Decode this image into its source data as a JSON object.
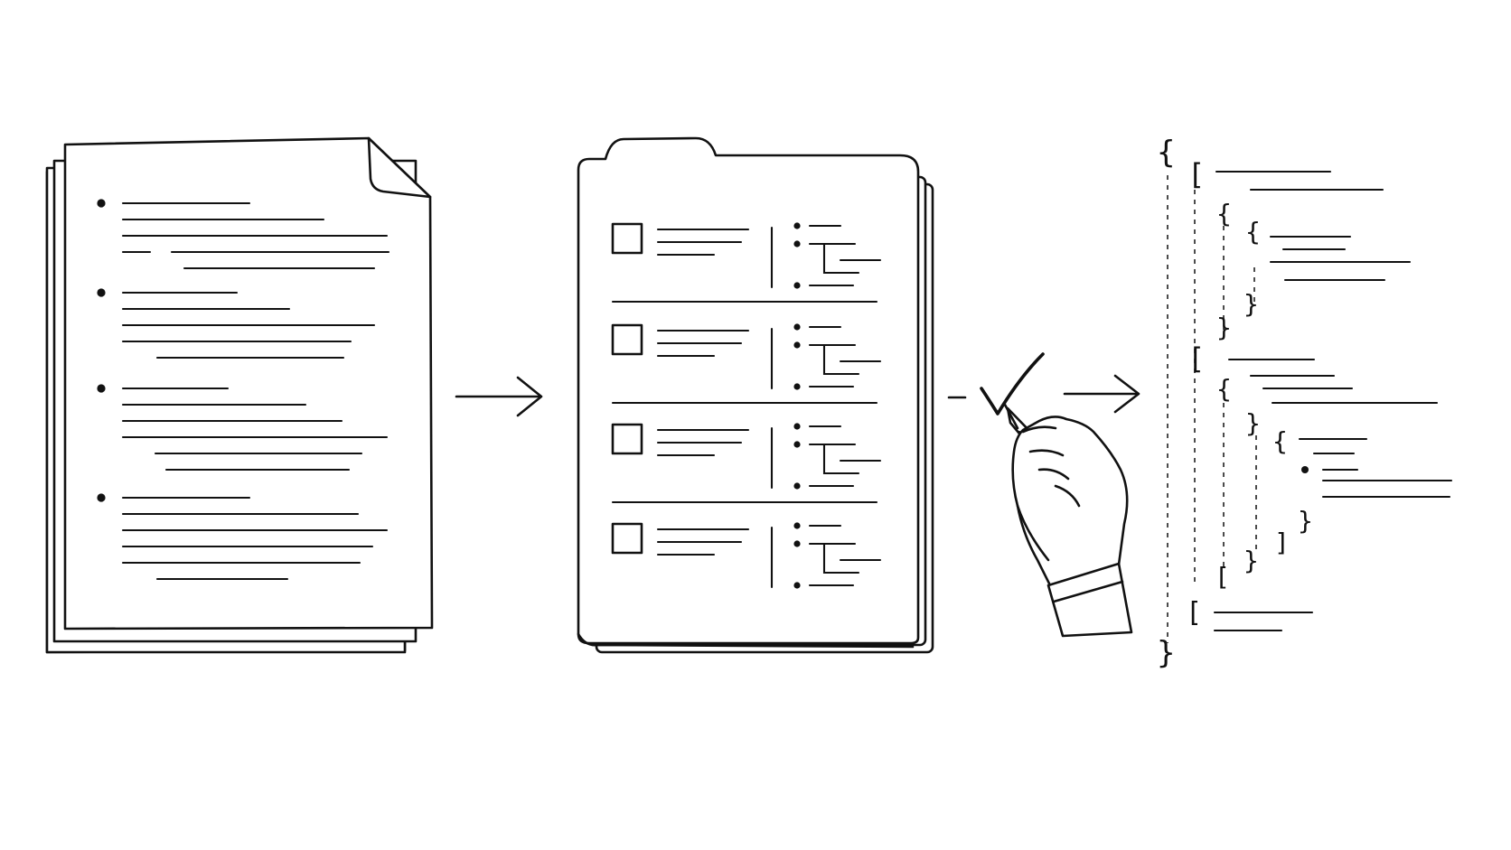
{
  "diagram": {
    "stages": [
      "raw-document",
      "structured-folder",
      "review-check",
      "json-output"
    ],
    "ink_color": "#111111",
    "background_color": "#ffffff",
    "icons": [
      "document-stack-icon",
      "arrow-right-icon",
      "folder-icon",
      "checkbox-icon",
      "checkmark-icon",
      "hand-with-pen-icon",
      "json-braces-icon"
    ],
    "json_glyphs": {
      "open_brace": "{",
      "close_brace": "}",
      "open_bracket": "[",
      "close_bracket": "]"
    }
  }
}
